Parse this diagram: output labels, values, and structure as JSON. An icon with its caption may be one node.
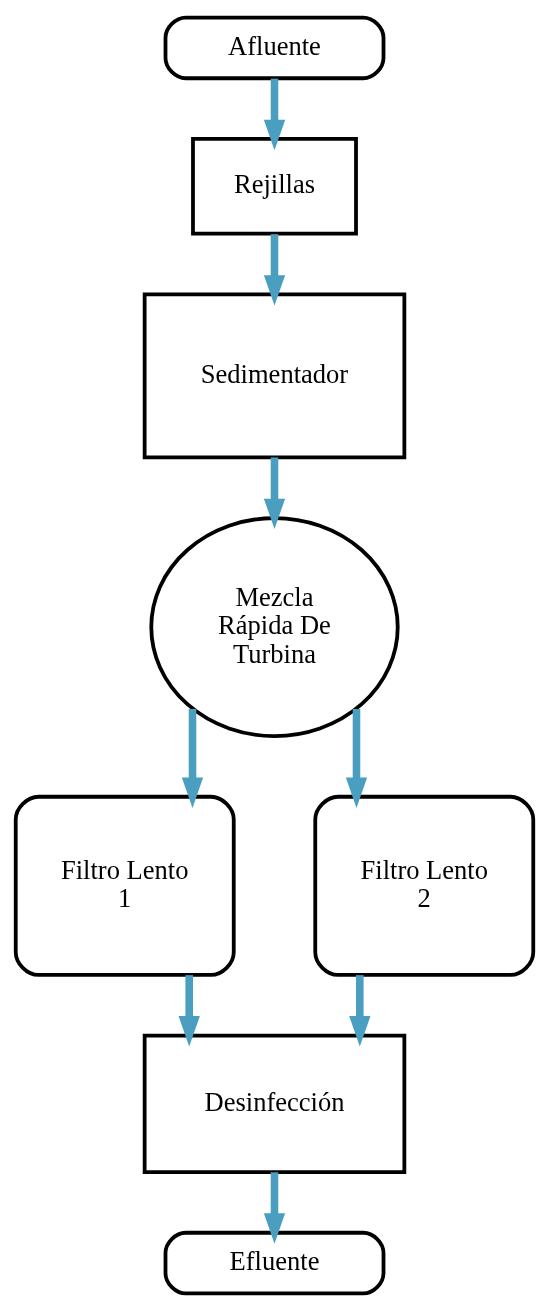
{
  "diagram": {
    "nodes": [
      {
        "text": [
          "Afluente"
        ]
      },
      {
        "text": [
          "Rejillas"
        ]
      },
      {
        "text": [
          "Sedimentador"
        ]
      },
      {
        "text": [
          "Mezcla Rápida De Turbina"
        ]
      },
      {
        "text": [
          "Filtro Lento 1"
        ]
      },
      {
        "text": [
          "Filtro Lento 2"
        ]
      },
      {
        "text": [
          "Desinfección"
        ]
      },
      {
        "text": [
          "Efluente"
        ]
      }
    ],
    "edges": [
      {
        "from": 0,
        "to": 1,
        "arrow": "to"
      },
      {
        "from": 1,
        "to": 2,
        "arrow": "to"
      },
      {
        "from": 2,
        "to": 3,
        "arrow": "to"
      },
      {
        "from": 3,
        "to": 4,
        "arrow": "to"
      },
      {
        "from": 3,
        "to": 5,
        "arrow": "to"
      },
      {
        "from": 4,
        "to": 6,
        "arrow": "to"
      },
      {
        "from": 5,
        "to": 6,
        "arrow": "to"
      },
      {
        "from": 6,
        "to": 7,
        "arrow": "to"
      }
    ]
  }
}
